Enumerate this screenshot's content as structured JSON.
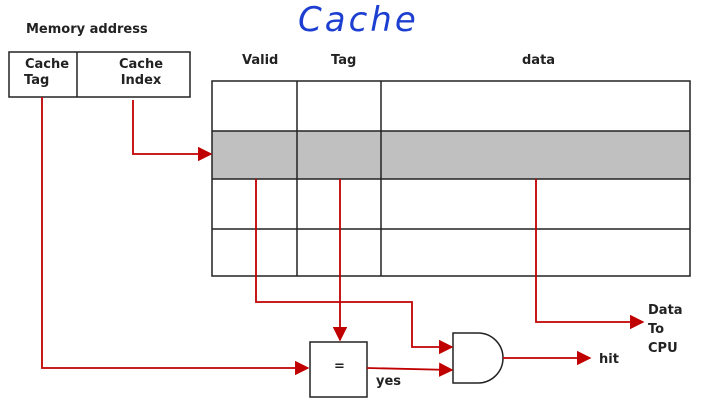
{
  "title": "Cache",
  "memory_address": {
    "heading": "Memory address",
    "field_tag": [
      "Cache",
      "Tag"
    ],
    "field_index": [
      "Cache",
      "Index"
    ]
  },
  "cache_table": {
    "columns": [
      "Valid",
      "Tag",
      "data"
    ],
    "row_count": 4,
    "selected_row": 2
  },
  "comparator_symbol": "=",
  "labels": {
    "yes": "yes",
    "hit": "hit",
    "data_out": [
      "Data",
      "To",
      "CPU"
    ]
  },
  "colors": {
    "wire": "#c00000",
    "title": "#1d3fd1",
    "selected_row": "#c0c0c0",
    "outline": "#222222"
  }
}
